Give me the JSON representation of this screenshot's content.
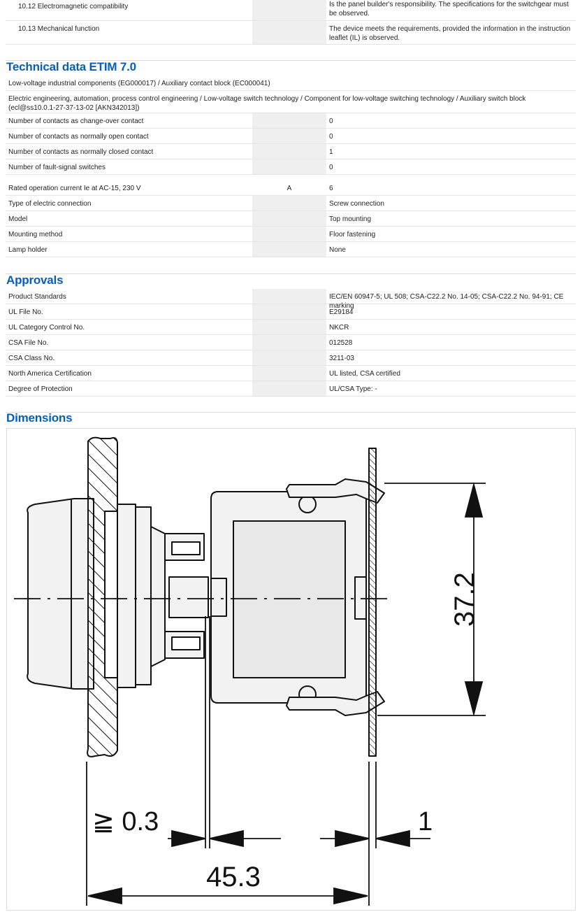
{
  "top_rows": [
    {
      "label": "10.12 Electromagnetic compatibility",
      "value": "Is the panel builder's responsibility. The specifications for the switchgear must be observed."
    },
    {
      "label": "10.13 Mechanical function",
      "value": "The device meets the requirements, provided the information in the instruction leaflet (IL) is observed."
    }
  ],
  "etim": {
    "heading": "Technical data ETIM 7.0",
    "class_line": "Low-voltage industrial components (EG000017) / Auxiliary contact block (EC000041)",
    "path_line": "Electric engineering, automation, process control engineering / Low-voltage switch technology / Component for low-voltage switching technology / Auxiliary switch block (ecl@ss10.0.1-27-37-13-02 [AKN342013])",
    "group1": [
      {
        "label": "Number of contacts as change-over contact",
        "unit": "",
        "value": "0"
      },
      {
        "label": "Number of contacts as normally open contact",
        "unit": "",
        "value": "0"
      },
      {
        "label": "Number of contacts as normally closed contact",
        "unit": "",
        "value": "1"
      },
      {
        "label": "Number of fault-signal switches",
        "unit": "",
        "value": "0"
      }
    ],
    "group2": [
      {
        "label": "Rated operation current Ie at AC-15, 230 V",
        "unit": "A",
        "value": "6"
      },
      {
        "label": "Type of electric connection",
        "unit": "",
        "value": "Screw connection"
      },
      {
        "label": "Model",
        "unit": "",
        "value": "Top mounting"
      },
      {
        "label": "Mounting method",
        "unit": "",
        "value": "Floor fastening"
      },
      {
        "label": "Lamp holder",
        "unit": "",
        "value": "None"
      }
    ]
  },
  "approvals": {
    "heading": "Approvals",
    "rows": [
      {
        "label": "Product Standards",
        "value": "IEC/EN 60947-5; UL 508; CSA-C22.2 No. 14-05; CSA-C22.2 No. 94-91; CE marking"
      },
      {
        "label": "UL File No.",
        "value": "E29184"
      },
      {
        "label": "UL Category Control No.",
        "value": "NKCR"
      },
      {
        "label": "CSA File No.",
        "value": "012528"
      },
      {
        "label": "CSA Class No.",
        "value": "3211-03"
      },
      {
        "label": "North America Certification",
        "value": "UL listed, CSA certified"
      },
      {
        "label": "Degree of Protection",
        "value": "UL/CSA Type: -"
      }
    ]
  },
  "dimensions": {
    "heading": "Dimensions",
    "dim_height": "37.2",
    "dim_gap": "≧ 0.3",
    "dim_plate": "1",
    "dim_width": "45.3"
  }
}
